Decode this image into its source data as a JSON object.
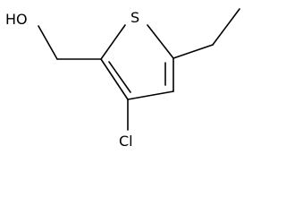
{
  "molecule": {
    "atoms": {
      "hydroxyl": "HO",
      "sulfur": "S",
      "chlorine": "Cl"
    }
  }
}
